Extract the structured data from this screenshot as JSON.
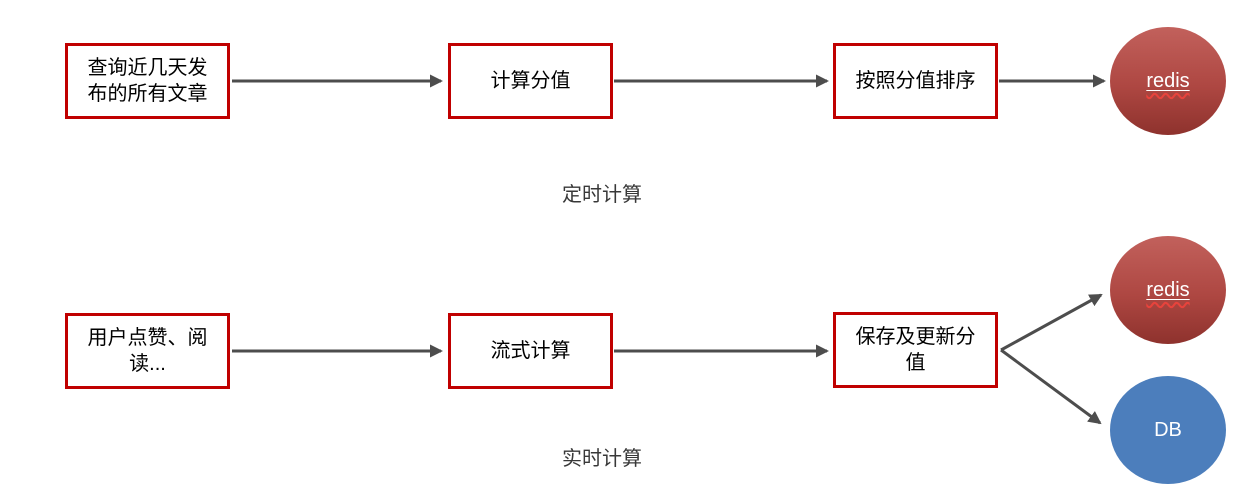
{
  "palette": {
    "box_border": "#c00000",
    "box_text": "#000000",
    "arrow": "#4d4d4d",
    "caption": "#383838",
    "redis_top": "#c2615c",
    "redis_mid": "#ae4742",
    "redis_bottom": "#8e322d",
    "db_fill": "#4c7ebc",
    "node_text": "#ffffff",
    "squiggle": "#e8433c"
  },
  "flows": [
    {
      "name": "timed",
      "caption": "定时计算",
      "steps": [
        {
          "label": "查询近几天发\n布的所有文章"
        },
        {
          "label": "计算分值"
        },
        {
          "label": "按照分值排序"
        }
      ],
      "targets": [
        {
          "label": "redis",
          "type": "redis"
        }
      ]
    },
    {
      "name": "realtime",
      "caption": "实时计算",
      "steps": [
        {
          "label": "用户点赞、阅\n读..."
        },
        {
          "label": "流式计算"
        },
        {
          "label": "保存及更新分\n值"
        }
      ],
      "targets": [
        {
          "label": "redis",
          "type": "redis"
        },
        {
          "label": "DB",
          "type": "db"
        }
      ]
    }
  ]
}
